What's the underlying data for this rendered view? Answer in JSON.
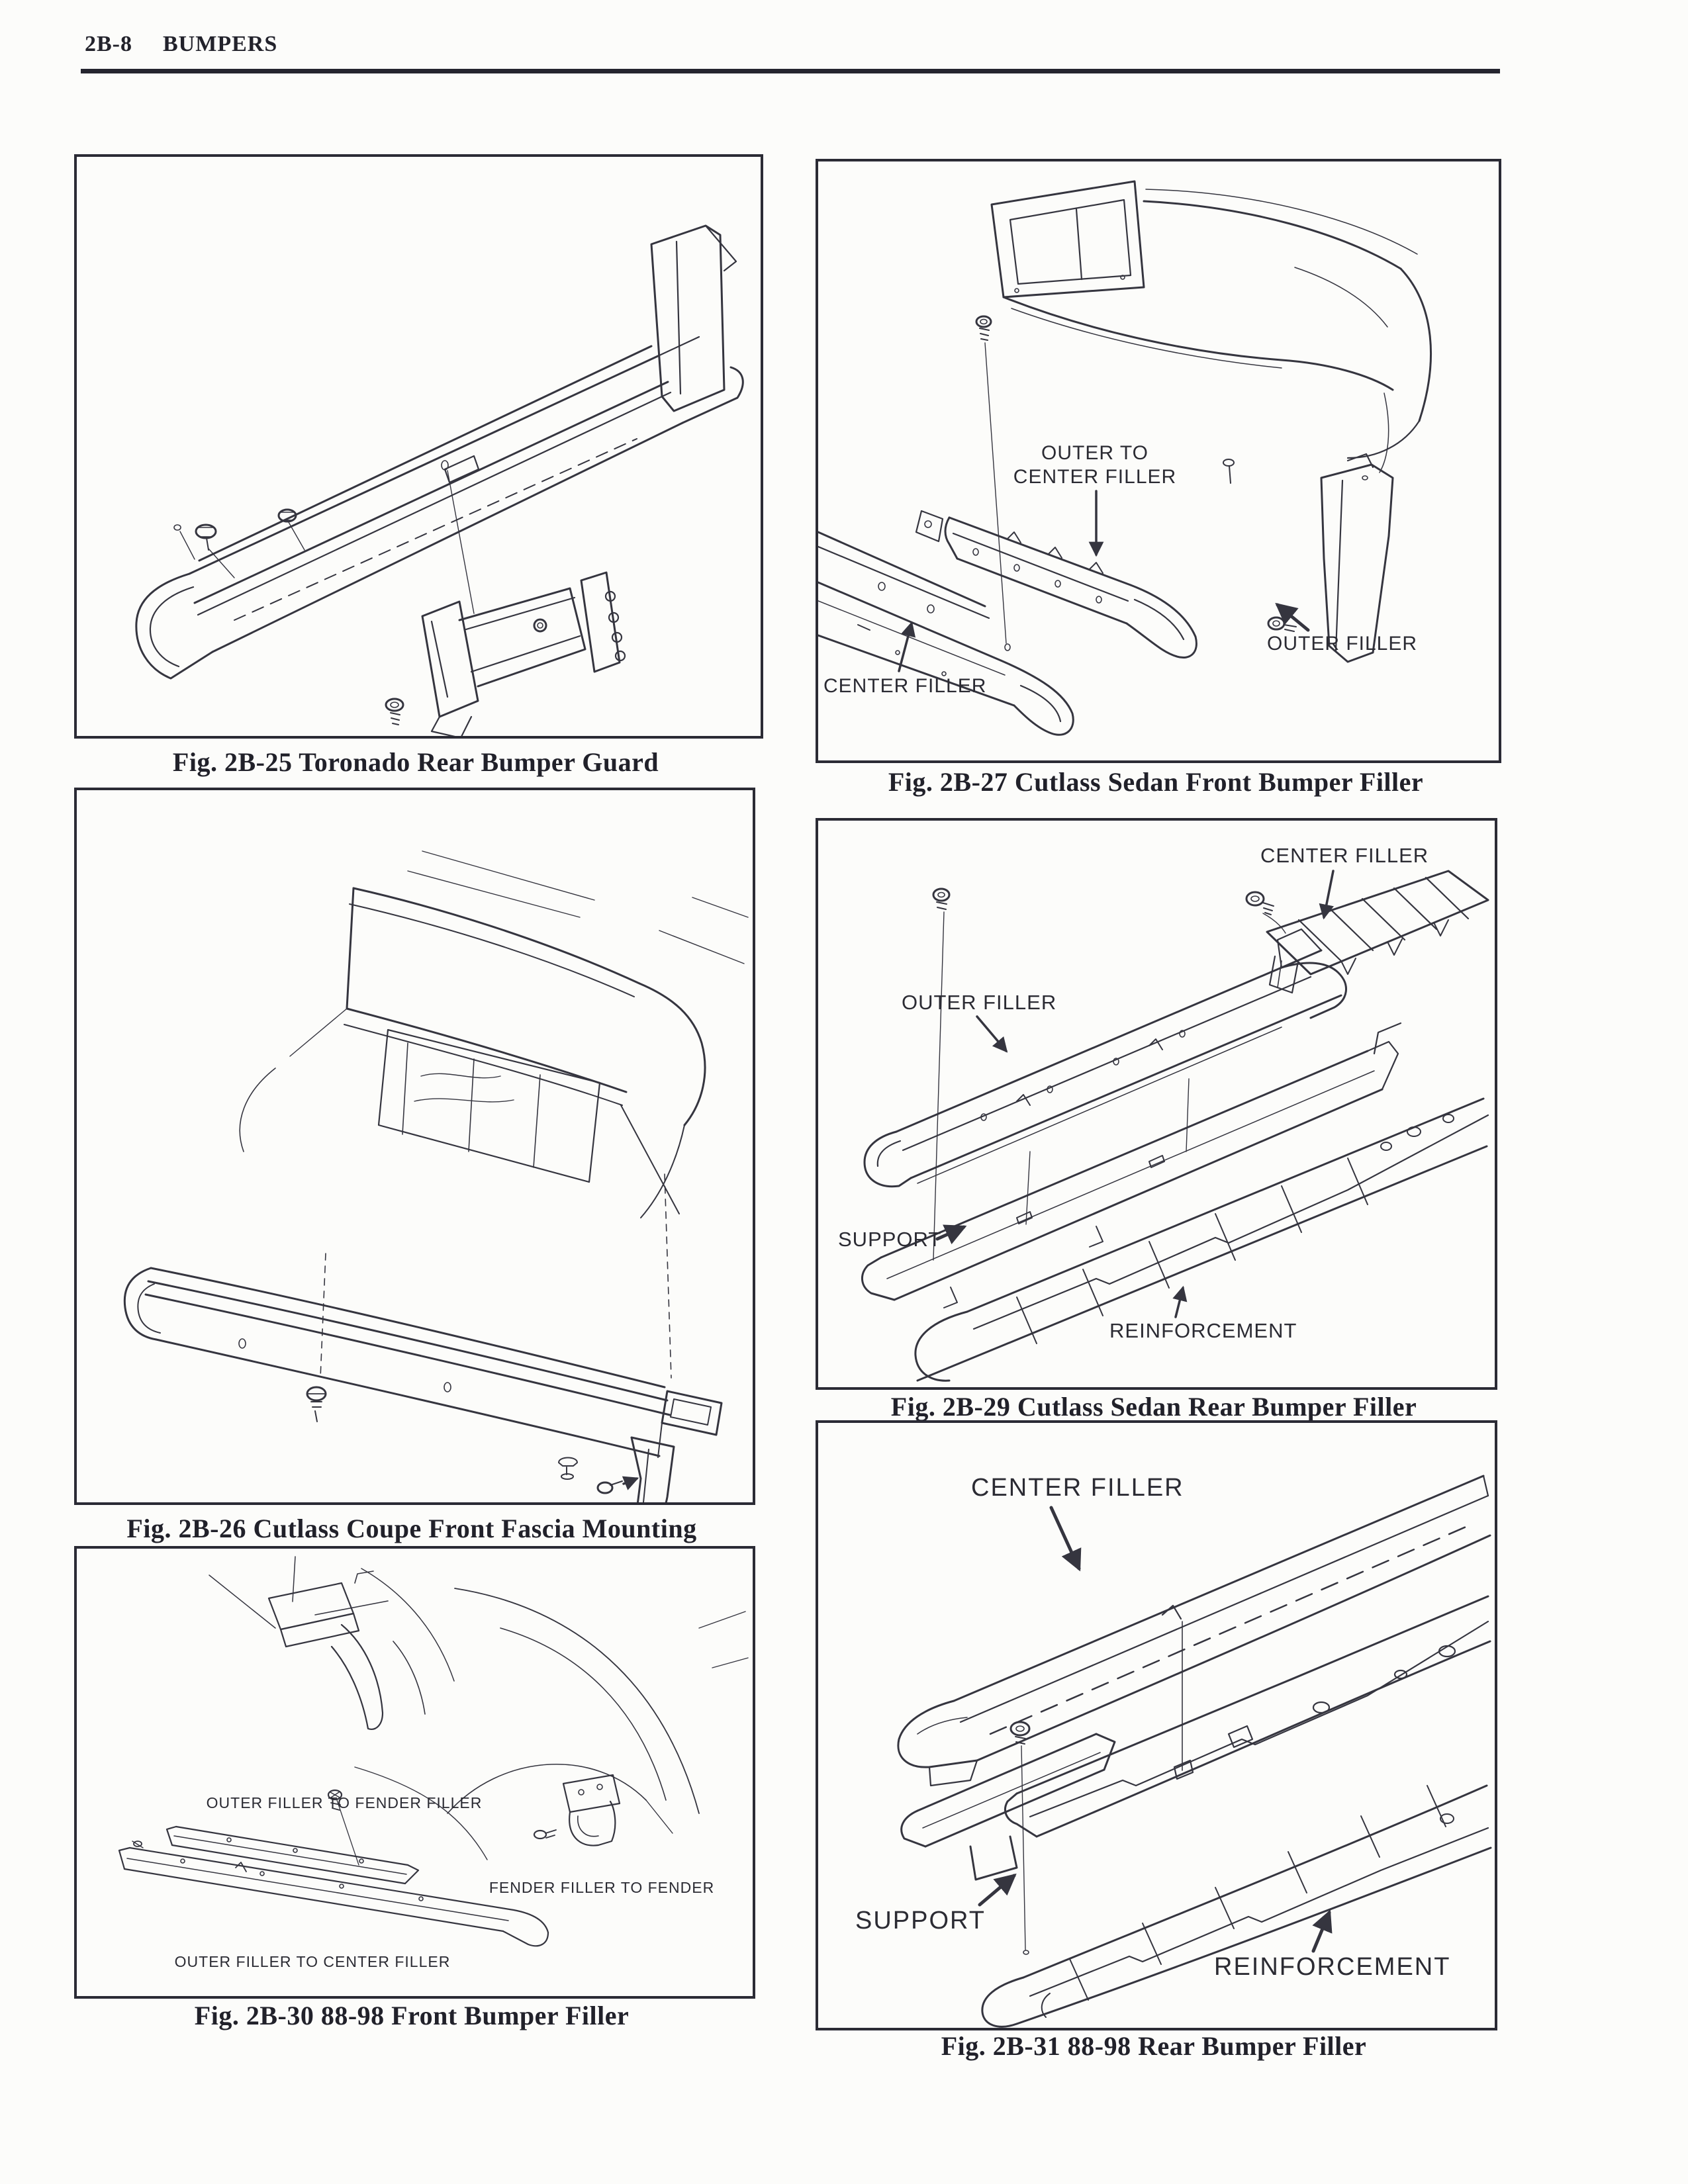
{
  "page": {
    "section_code": "2B-8",
    "section_title": "BUMPERS"
  },
  "colors": {
    "ink": "#35353f",
    "paper": "#fcfcfa",
    "caption_ink": "#21212a"
  },
  "figures": {
    "fig_2b25": {
      "caption": "Fig. 2B-25 Toronado Rear Bumper Guard"
    },
    "fig_2b26": {
      "caption": "Fig. 2B-26 Cutlass Coupe Front Fascia Mounting"
    },
    "fig_2b27": {
      "caption": "Fig. 2B-27 Cutlass Sedan Front Bumper Filler",
      "labels": {
        "outer_to_center_line1": "OUTER TO",
        "outer_to_center_line2": "CENTER FILLER",
        "center_filler": "CENTER FILLER",
        "outer_filler": "OUTER FILLER"
      }
    },
    "fig_2b29": {
      "caption": "Fig. 2B-29 Cutlass Sedan Rear Bumper Filler",
      "labels": {
        "center_filler": "CENTER FILLER",
        "outer_filler": "OUTER FILLER",
        "support": "SUPPORT",
        "reinforcement": "REINFORCEMENT"
      }
    },
    "fig_2b30": {
      "caption": "Fig. 2B-30 88-98 Front Bumper Filler",
      "labels": {
        "outer_to_fender": "OUTER FILLER TO FENDER FILLER",
        "fender_to_fender": "FENDER FILLER TO FENDER",
        "outer_to_center": "OUTER FILLER TO CENTER FILLER"
      }
    },
    "fig_2b31": {
      "caption": "Fig. 2B-31 88-98 Rear Bumper Filler",
      "labels": {
        "center_filler": "CENTER FILLER",
        "support": "SUPPORT",
        "reinforcement": "REINFORCEMENT"
      }
    }
  }
}
